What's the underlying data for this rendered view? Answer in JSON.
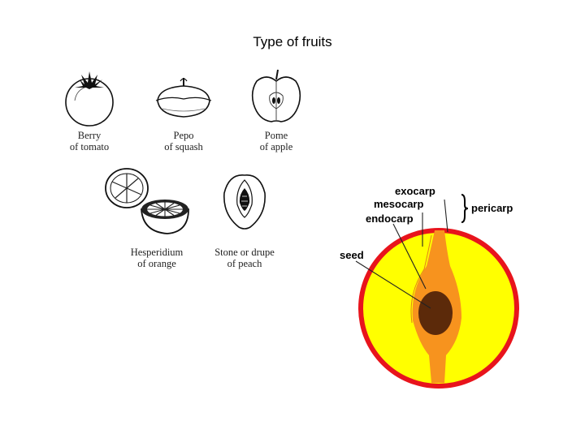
{
  "title": "Type of fruits",
  "fruits": [
    {
      "name": "berry",
      "line1": "Berry",
      "line2": "of tomato"
    },
    {
      "name": "pepo",
      "line1": "Pepo",
      "line2": "of squash"
    },
    {
      "name": "pome",
      "line1": "Pome",
      "line2": "of apple"
    },
    {
      "name": "hesperidium",
      "line1": "Hesperidium",
      "line2": "of orange"
    },
    {
      "name": "drupe",
      "line1": "Stone or drupe",
      "line2": "of peach"
    }
  ],
  "diagram": {
    "labels": {
      "exocarp": "exocarp",
      "mesocarp": "mesocarp",
      "endocarp": "endocarp",
      "seed": "seed",
      "pericarp": "pericarp"
    },
    "colors": {
      "exocarp": "#e8141c",
      "mesocarp": "#ffff00",
      "endocarp": "#f7931e",
      "seed": "#5c2a0a"
    }
  }
}
